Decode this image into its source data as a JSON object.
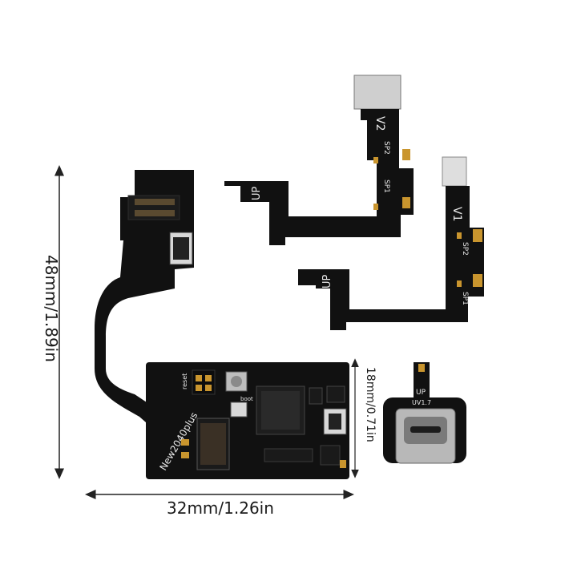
{
  "dimensions": {
    "width_label": "32mm/1.26in",
    "height_label": "48mm/1.89in",
    "small_height_label": "18mm/0.71in"
  },
  "board_main": {
    "model": "New2040plus",
    "reset_label": "reset",
    "boot_label": "boot"
  },
  "flex_v2": {
    "version": "V2",
    "up": "UP",
    "sp2": "SP2",
    "sp1": "SP1"
  },
  "flex_v1": {
    "version": "V1",
    "up": "UP",
    "sp2": "SP2",
    "sp1": "SP1"
  },
  "usb_board": {
    "up": "UP",
    "version": "UV1.7"
  },
  "colors": {
    "pcb": "#111111",
    "gold": "#c9952e",
    "silver": "#cfcfcf"
  }
}
